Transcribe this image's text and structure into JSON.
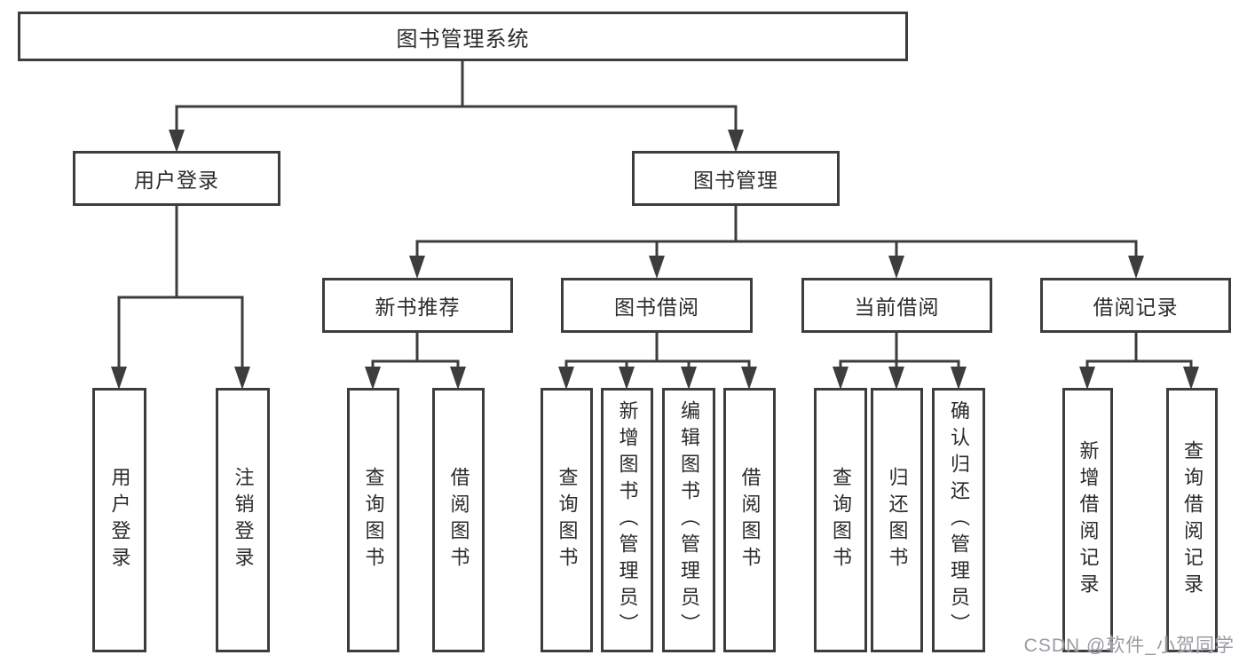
{
  "diagram": {
    "title": "图书管理系统",
    "watermark": "CSDN @软件_小贺同学",
    "colors": {
      "line": "#3d3d3d",
      "text": "#2b2b2b",
      "background": "#ffffff",
      "watermark": "#9b9ba3"
    },
    "nodes": {
      "root": "图书管理系统",
      "user_login": "用户登录",
      "book_mgmt": "图书管理",
      "new_book_rec": "新书推荐",
      "book_borrow": "图书借阅",
      "current_borrow": "当前借阅",
      "borrow_record": "借阅记录",
      "leaf_user_login": "用户登录",
      "leaf_logout": "注销登录",
      "leaf_nb_query": "查询图书",
      "leaf_nb_borrow": "借阅图书",
      "leaf_bb_query": "查询图书",
      "leaf_bb_add": "新增图书（管理员）",
      "leaf_bb_edit": "编辑图书（管理员）",
      "leaf_bb_borrow": "借阅图书",
      "leaf_cb_query": "查询图书",
      "leaf_cb_return": "归还图书",
      "leaf_cb_confirm": "确认归还（管理员）",
      "leaf_br_add": "新增借阅记录",
      "leaf_br_query": "查询借阅记录"
    },
    "hierarchy": {
      "图书管理系统": {
        "用户登录": [
          "用户登录",
          "注销登录"
        ],
        "图书管理": {
          "新书推荐": [
            "查询图书",
            "借阅图书"
          ],
          "图书借阅": [
            "查询图书",
            "新增图书（管理员）",
            "编辑图书（管理员）",
            "借阅图书"
          ],
          "当前借阅": [
            "查询图书",
            "归还图书",
            "确认归还（管理员）"
          ],
          "借阅记录": [
            "新增借阅记录",
            "查询借阅记录"
          ]
        }
      }
    }
  }
}
